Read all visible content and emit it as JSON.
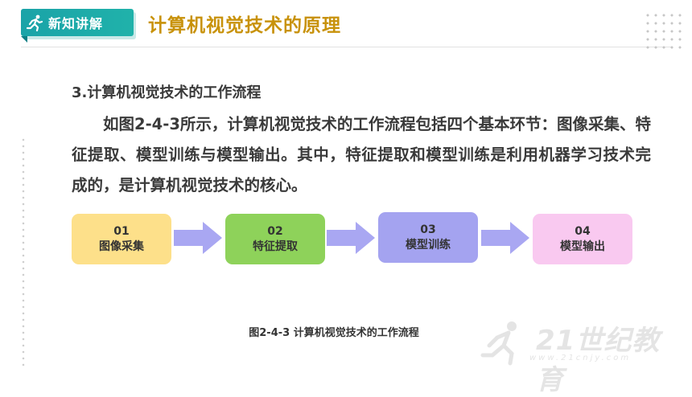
{
  "header": {
    "badge_label": "新知讲解",
    "title": "计算机视觉技术的原理"
  },
  "section": {
    "heading": "3.计算机视觉技术的工作流程",
    "paragraph": "如图2-4-3所示，计算机视觉技术的工作流程包括四个基本环节：图像采集、特征提取、模型训练与模型输出。其中，特征提取和模型训练是利用机器学习技术完成的，是计算机视觉技术的核心。"
  },
  "flow": {
    "steps": [
      {
        "number": "01",
        "label": "图像采集",
        "color": "#fde08a"
      },
      {
        "number": "02",
        "label": "特征提取",
        "color": "#8ed25a"
      },
      {
        "number": "03",
        "label": "模型训练",
        "color": "#a4a3f0"
      },
      {
        "number": "04",
        "label": "模型输出",
        "color": "#f9c9f0"
      }
    ],
    "arrow_color": "#a9a7f2",
    "caption": "图2-4-3 计算机视觉技术的工作流程"
  },
  "watermark": {
    "logo_text": "21世纪教育",
    "url": "www.21cnjy.com"
  },
  "colors": {
    "badge": "#1aa3a8",
    "title": "#c8920b",
    "text": "#3a3a3a"
  },
  "icons": {
    "badge_icon": "running-person-icon"
  }
}
